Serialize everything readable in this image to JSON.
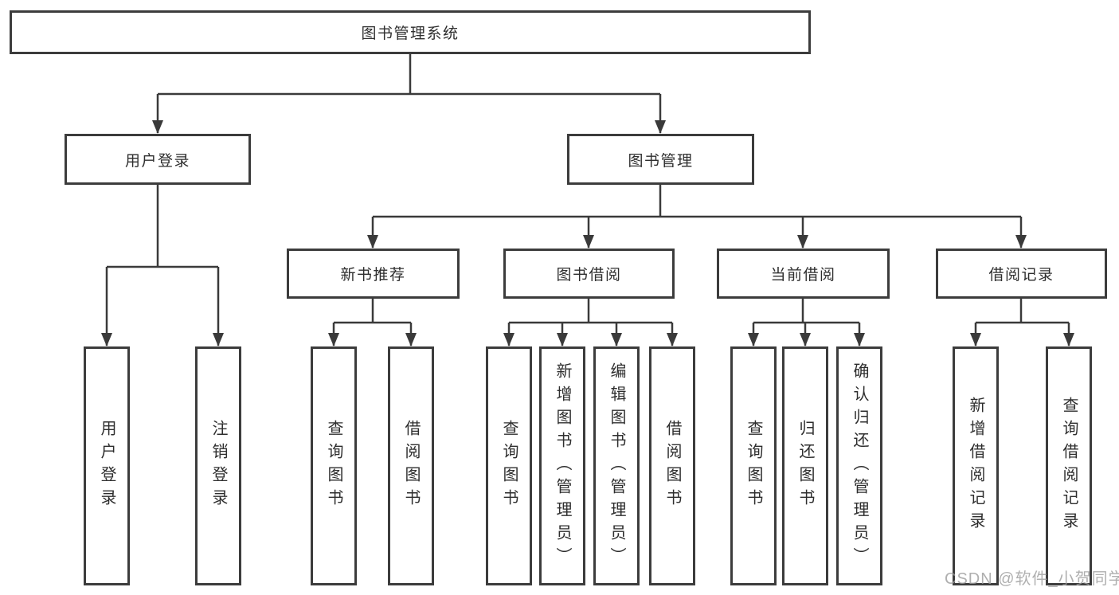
{
  "tree": {
    "label": "图书管理系统",
    "children": [
      {
        "label": "用户登录",
        "children": [
          {
            "label": "用户登录"
          },
          {
            "label": "注销登录"
          }
        ]
      },
      {
        "label": "图书管理",
        "children": [
          {
            "label": "新书推荐",
            "children": [
              {
                "label": "查询图书"
              },
              {
                "label": "借阅图书"
              }
            ]
          },
          {
            "label": "图书借阅",
            "children": [
              {
                "label": "查询图书"
              },
              {
                "label": "新增图书（管理员）"
              },
              {
                "label": "编辑图书（管理员）"
              },
              {
                "label": "借阅图书"
              }
            ]
          },
          {
            "label": "当前借阅",
            "children": [
              {
                "label": "查询图书"
              },
              {
                "label": "归还图书"
              },
              {
                "label": "确认归还（管理员）"
              }
            ]
          },
          {
            "label": "借阅记录",
            "children": [
              {
                "label": "新增借阅记录"
              },
              {
                "label": "查询借阅记录"
              }
            ]
          }
        ]
      }
    ]
  },
  "watermark": {
    "text": "CSDN @软件_小贺同学"
  },
  "colors": {
    "line": "#3a3a3a",
    "box_border": "#3c3c3c",
    "text": "#2e2e2e",
    "watermark": "#9e9e9e",
    "background": "#ffffff"
  }
}
